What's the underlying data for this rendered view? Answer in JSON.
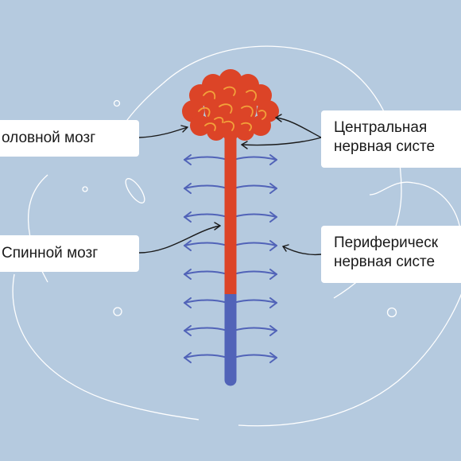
{
  "labels": {
    "brain": "оловной мозг",
    "spinal_cord": "Спинной мозг",
    "central_line1": "Центральная",
    "central_line2": "нервная систе",
    "peripheral_line1": "Периферическ",
    "peripheral_line2": "нервная систе"
  },
  "colors": {
    "background": "#b5cadf",
    "central_nervous_system": "#dc4427",
    "peripheral_nervous_system": "#5163b8",
    "brain_highlight": "#f2a13a",
    "outline": "#ffffff"
  },
  "icons": {
    "brain": "brain-icon",
    "nerve_arrows": "double-arrow-icon"
  }
}
